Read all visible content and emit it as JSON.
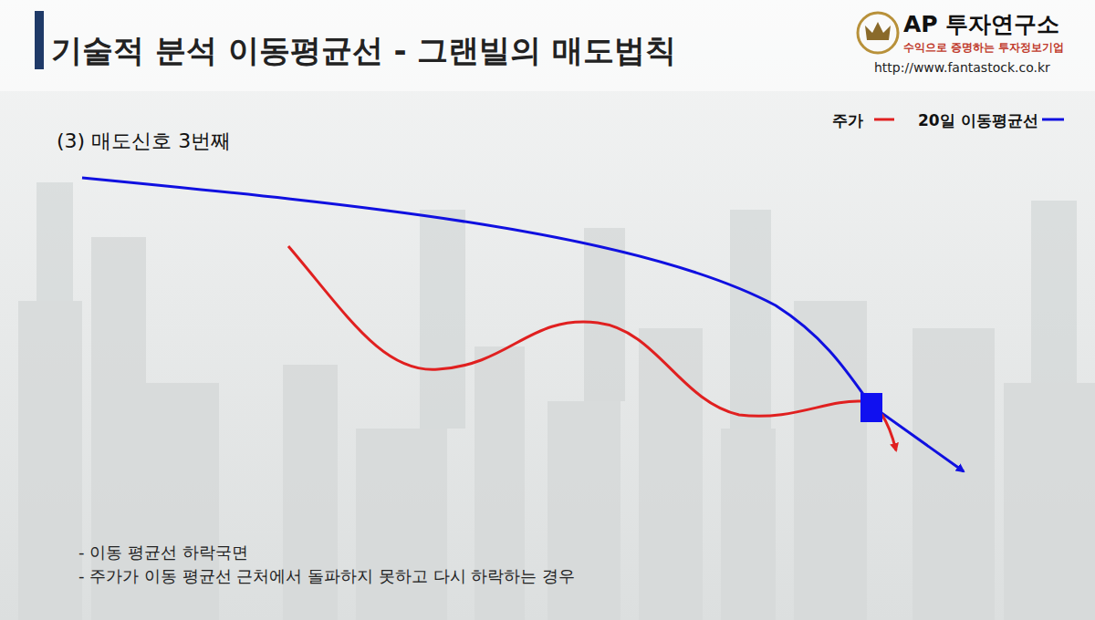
{
  "diagram": {
    "title": "기술적 분석 이동평균선 - 그랜빌의 매도법칙",
    "labels": [
      "AP 투자연구소",
      "수익으로 증명하는 투자정보기업",
      "http://www.fantastock.co.kr",
      "(3) 매도신호 3번째",
      "- 이동 평균선 하락국면",
      "- 주가가 이동 평균선 근처에서 돌파하지 못하고 다시 하락하는 경우"
    ],
    "legend": [
      {
        "text": "주가"
      },
      {
        "text": "20일 이동평균선"
      }
    ]
  }
}
